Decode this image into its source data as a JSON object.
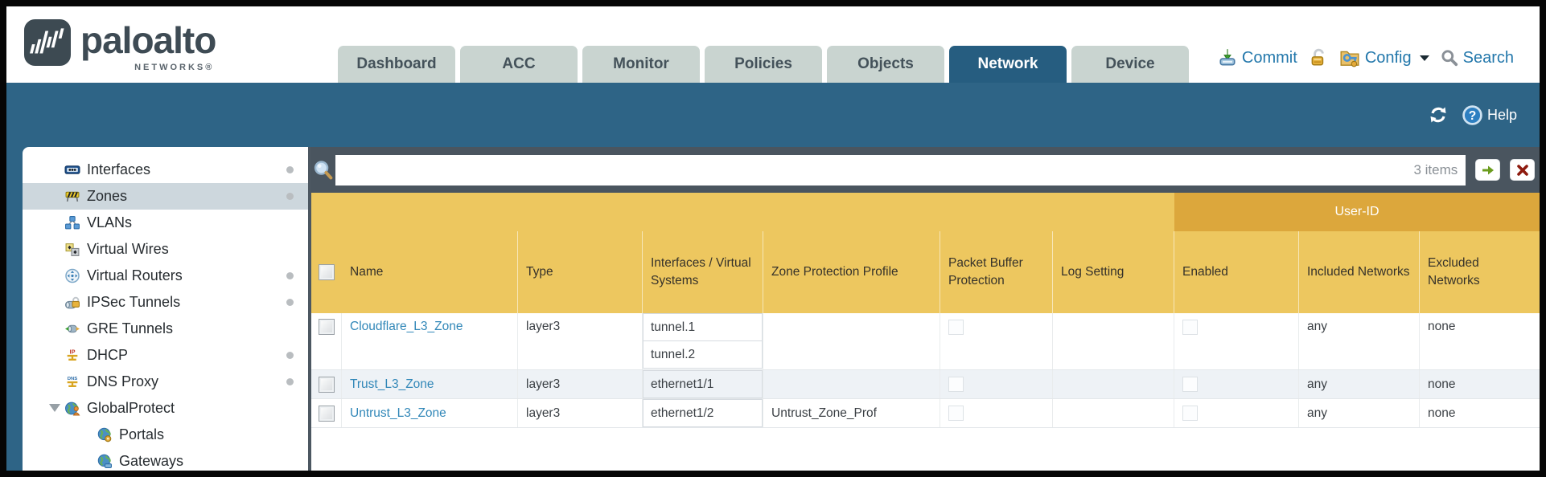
{
  "brand": {
    "name": "paloalto",
    "sub": "NETWORKS®"
  },
  "nav": {
    "tabs": [
      {
        "label": "Dashboard"
      },
      {
        "label": "ACC"
      },
      {
        "label": "Monitor"
      },
      {
        "label": "Policies"
      },
      {
        "label": "Objects"
      },
      {
        "label": "Network",
        "active": true
      },
      {
        "label": "Device"
      }
    ],
    "commit_label": "Commit",
    "config_label": "Config",
    "search_label": "Search"
  },
  "subheader": {
    "help_label": "Help"
  },
  "sidebar": {
    "items": [
      {
        "label": "Interfaces",
        "dot": true
      },
      {
        "label": "Zones",
        "dot": true,
        "selected": true
      },
      {
        "label": "VLANs"
      },
      {
        "label": "Virtual Wires"
      },
      {
        "label": "Virtual Routers",
        "dot": true
      },
      {
        "label": "IPSec Tunnels",
        "dot": true
      },
      {
        "label": "GRE Tunnels"
      },
      {
        "label": "DHCP",
        "dot": true
      },
      {
        "label": "DNS Proxy",
        "dot": true
      },
      {
        "label": "GlobalProtect",
        "expanded": true
      },
      {
        "label": "Portals",
        "child": true
      },
      {
        "label": "Gateways",
        "child": true
      }
    ]
  },
  "toolbar": {
    "search_value": "",
    "items_count": "3 items"
  },
  "table": {
    "headers": {
      "name": "Name",
      "type": "Type",
      "interfaces": "Interfaces / Virtual Systems",
      "zpp": "Zone Protection Profile",
      "pbp": "Packet Buffer Protection",
      "log": "Log Setting",
      "user_id_group": "User-ID",
      "enabled": "Enabled",
      "included": "Included Networks",
      "excluded": "Excluded Networks"
    },
    "rows": [
      {
        "name": "Cloudflare_L3_Zone",
        "type": "layer3",
        "interfaces": [
          "tunnel.1",
          "tunnel.2"
        ],
        "zpp": "",
        "log": "",
        "included": "any",
        "excluded": "none"
      },
      {
        "name": "Trust_L3_Zone",
        "type": "layer3",
        "interfaces": [
          "ethernet1/1"
        ],
        "zpp": "",
        "log": "",
        "included": "any",
        "excluded": "none"
      },
      {
        "name": "Untrust_L3_Zone",
        "type": "layer3",
        "interfaces": [
          "ethernet1/2"
        ],
        "zpp": "Untrust_Zone_Prof",
        "log": "",
        "included": "any",
        "excluded": "none"
      }
    ]
  },
  "colors": {
    "teal_band": "#2e6486",
    "active_tab": "#265d80",
    "header_amber": "#edc75f",
    "userid_amber": "#dca73c",
    "toolbar_slate": "#4a555f",
    "link_blue": "#3187b8"
  }
}
